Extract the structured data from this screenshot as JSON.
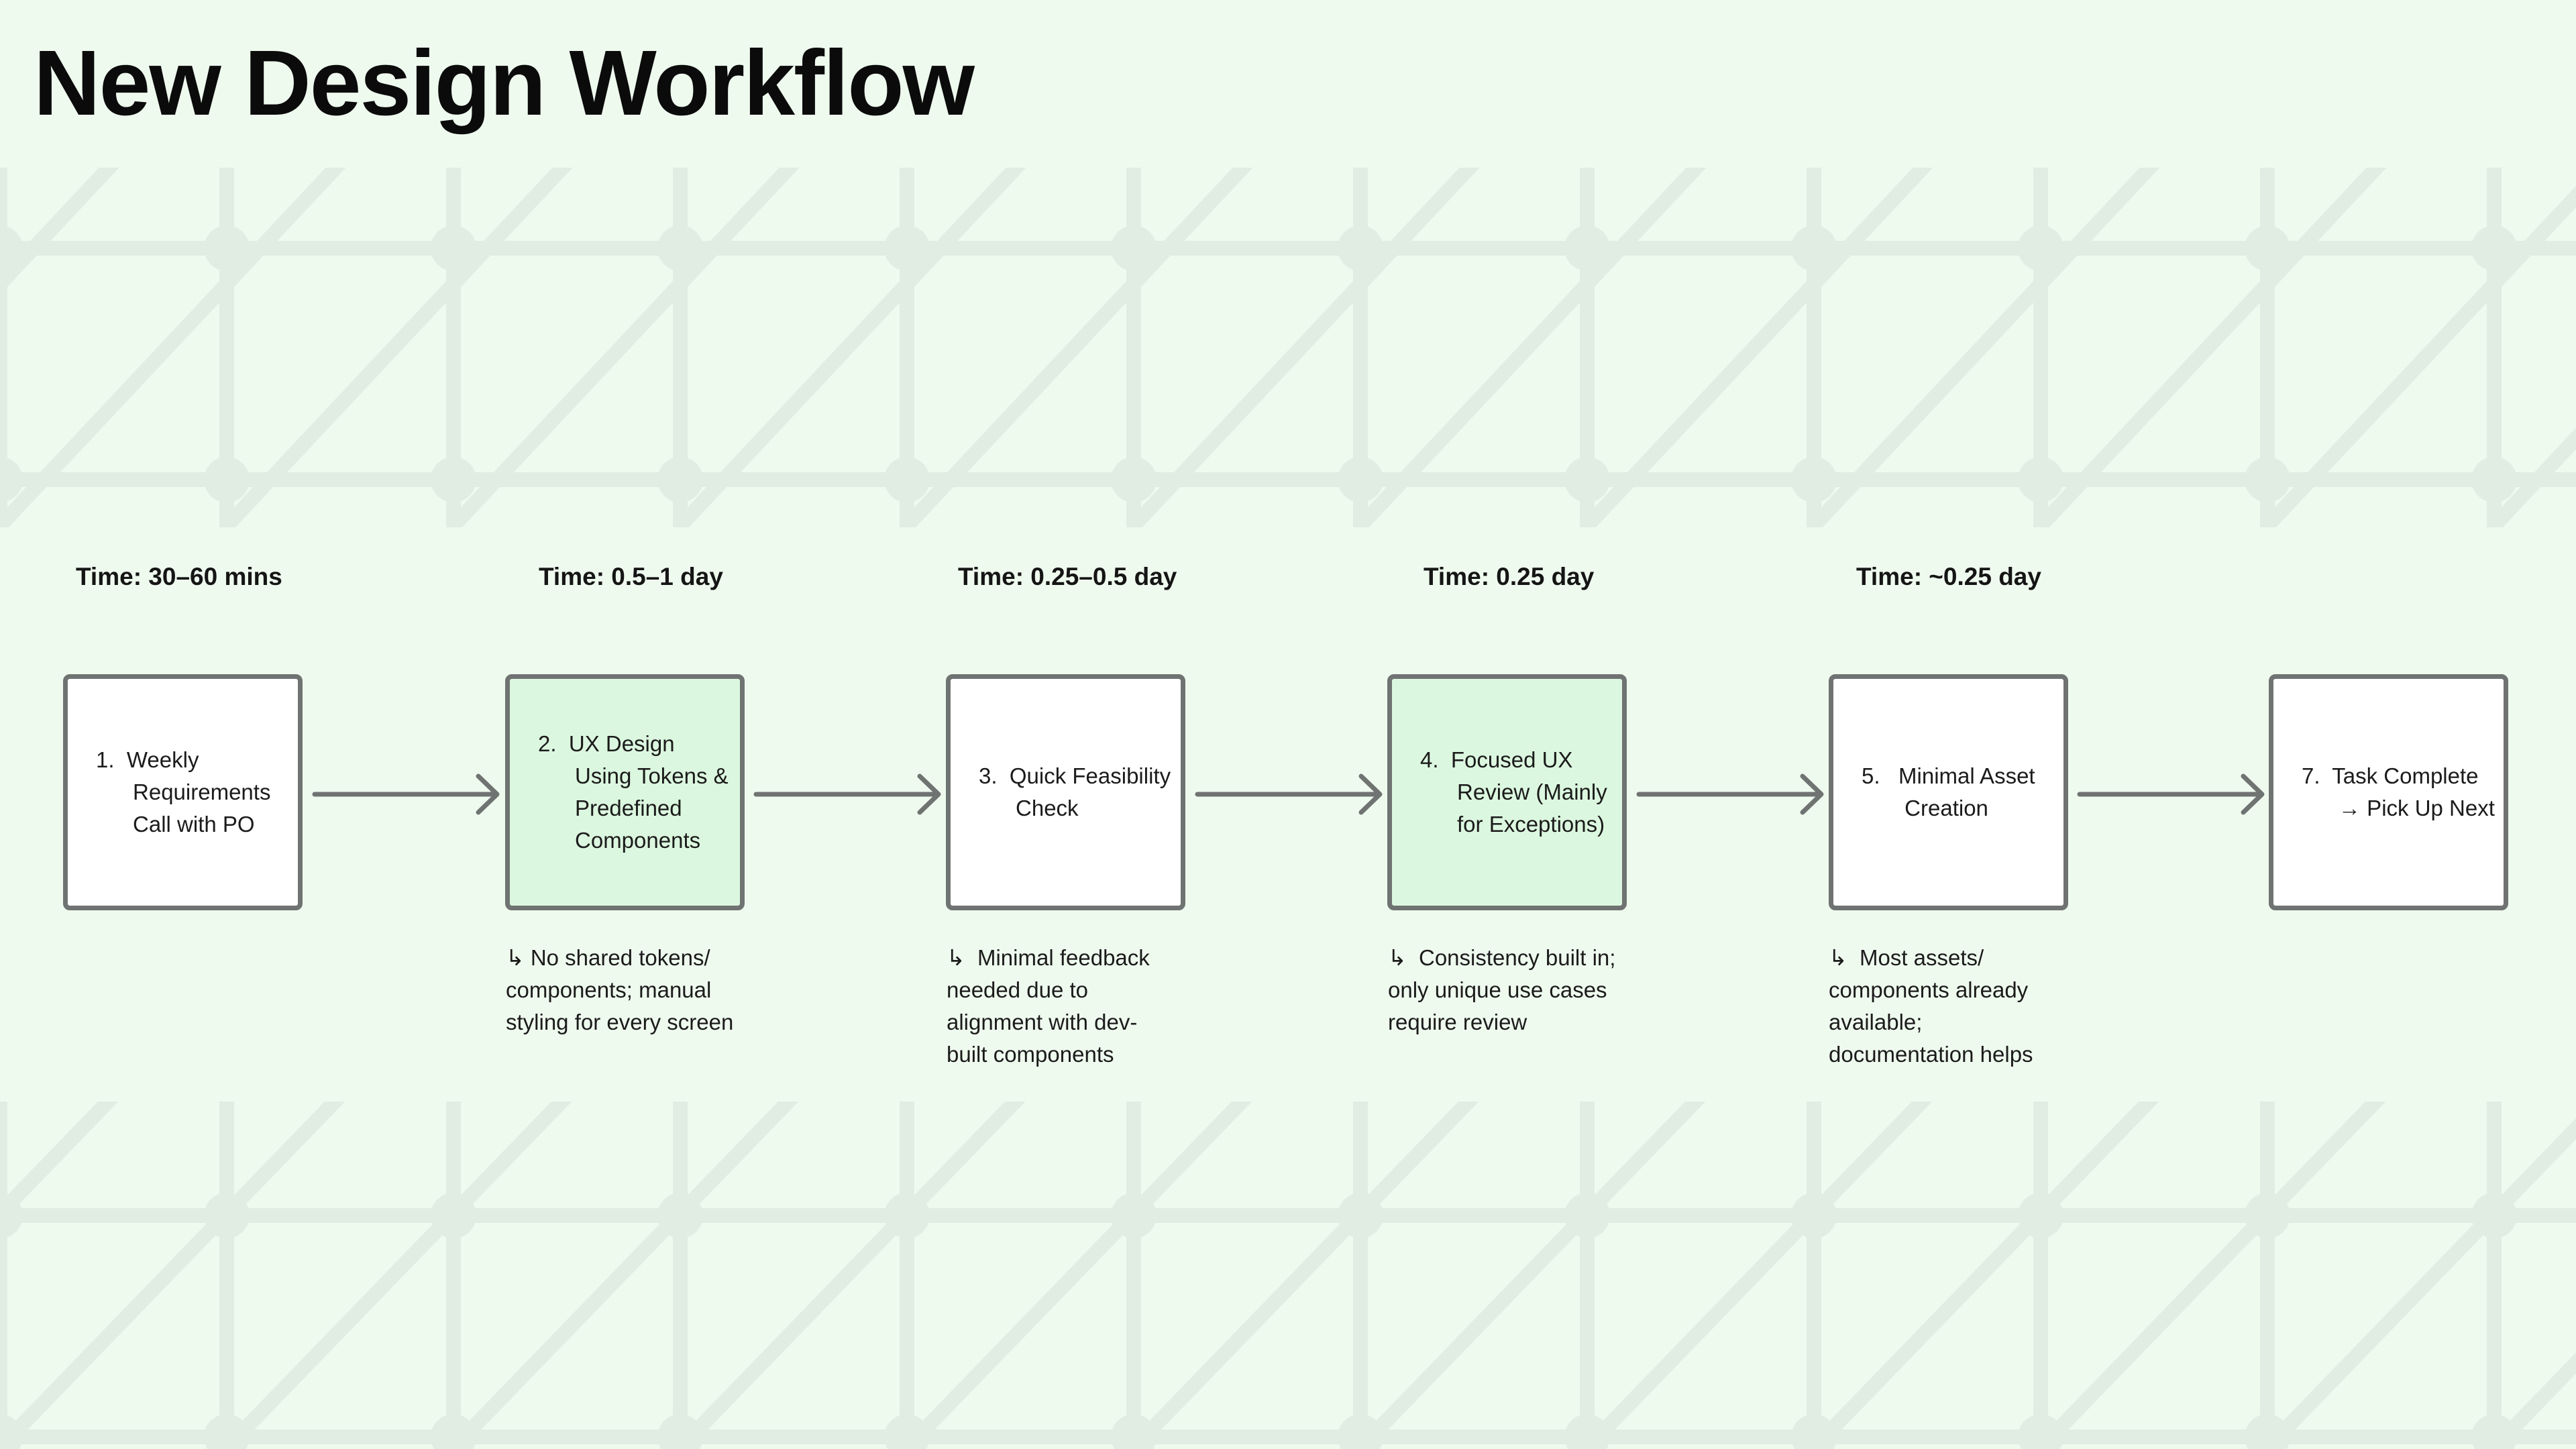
{
  "title": "New Design Workflow",
  "colors": {
    "background": "#effaef",
    "box_border": "#6f7371",
    "box_default": "#ffffff",
    "box_highlight": "#dcf7df",
    "arrow": "#6f7371"
  },
  "steps": [
    {
      "time": "Time: 30–60 mins",
      "label": "1.  Weekly\n      Requirements\n      Call with PO",
      "note": "",
      "highlight": false
    },
    {
      "time": "Time: 0.5–1 day",
      "label": "2.  UX Design\n      Using Tokens &\n      Predefined\n      Components",
      "note": "↳ No shared tokens/\ncomponents; manual\nstyling for every screen",
      "highlight": true
    },
    {
      "time": "Time: 0.25–0.5 day",
      "label": "3.  Quick Feasibility\n      Check",
      "note": "↳  Minimal feedback\nneeded due to\nalignment with dev-\nbuilt components",
      "highlight": false
    },
    {
      "time": "Time: 0.25 day",
      "label": "4.  Focused UX\n      Review (Mainly\n      for Exceptions)",
      "note": "↳  Consistency built in;\nonly unique use cases\nrequire review",
      "highlight": true
    },
    {
      "time": "Time: ~0.25 day",
      "label": "5.   Minimal Asset\n       Creation",
      "note": "↳  Most assets/\ncomponents already\navailable;\ndocumentation helps",
      "highlight": false
    },
    {
      "time": "",
      "label": "7.  Task Complete\n      → Pick Up Next",
      "note": "",
      "highlight": false
    }
  ]
}
